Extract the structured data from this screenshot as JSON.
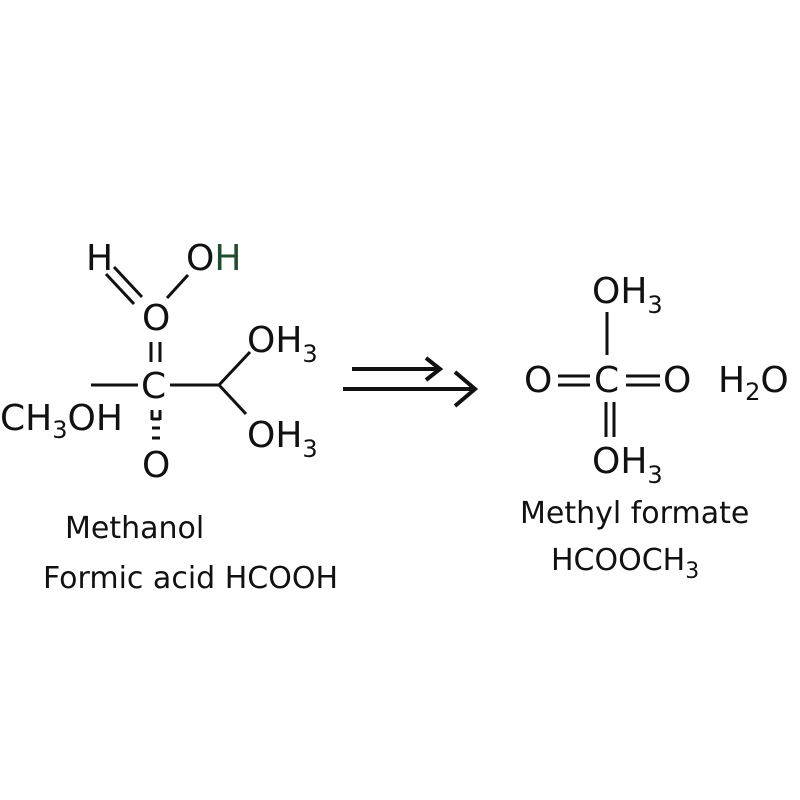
{
  "colors": {
    "default": "#111111",
    "green": "#1f4d2e",
    "red": "#8b2323",
    "background": "#ffffff"
  },
  "reactant": {
    "atoms": {
      "h_top": "H",
      "oh_top_o": "O",
      "oh_top_h": "H",
      "o_upper": "O",
      "c_center": "C",
      "o_lower": "O",
      "ch3oh_main": "CH",
      "ch3oh_sub": "3",
      "ch3oh_tail": "OH",
      "oh3_upper_main": "OH",
      "oh3_upper_sub": "3",
      "oh3_lower_main": "OH",
      "oh3_lower_sub": "3"
    },
    "labels": {
      "line1": "Methanol",
      "line2": "Formic acid HCOOH"
    }
  },
  "arrow": {
    "type": "double-reaction-arrow",
    "direction": "right"
  },
  "product": {
    "atoms": {
      "oh3_top_main": "OH",
      "oh3_top_sub": "3",
      "o_left": "O",
      "c_center": "C",
      "o_right": "O",
      "oh3_bottom_main": "OH",
      "oh3_bottom_sub": "3"
    },
    "byproduct": {
      "h": "H",
      "sub": "2",
      "o": "O"
    },
    "labels": {
      "line1": "Methyl formate",
      "line2_main": "HCOOCH",
      "line2_sub": "3"
    }
  }
}
